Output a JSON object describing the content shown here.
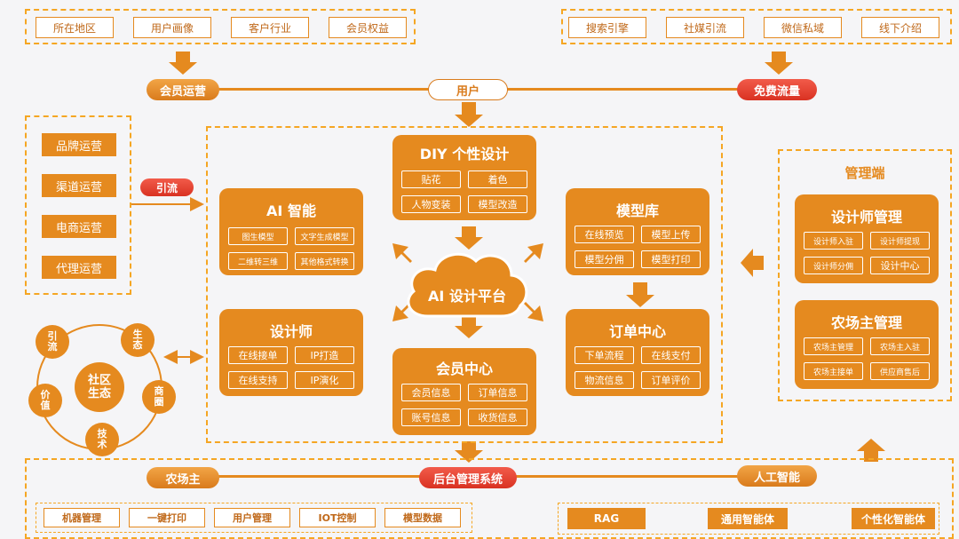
{
  "top_left_tags": [
    "所在地区",
    "用户画像",
    "客户行业",
    "会员权益"
  ],
  "top_right_tags": [
    "搜索引擎",
    "社媒引流",
    "微信私域",
    "线下介绍"
  ],
  "pills": {
    "member_ops": "会员运营",
    "user": "用户",
    "free_traffic": "免费流量",
    "divert": "引流",
    "backend": "后台管理系统",
    "farm_owner": "农场主",
    "ai": "人工智能"
  },
  "left_ops": [
    "品牌运营",
    "渠道运营",
    "电商运营",
    "代理运营"
  ],
  "community": {
    "center": "社区\n生态",
    "nodes": [
      "引\n流",
      "生\n态",
      "商\n圈",
      "技\n术",
      "价\n值"
    ]
  },
  "diy": {
    "title": "DIY 个性设计",
    "items": [
      "贴花",
      "着色",
      "人物变装",
      "模型改造"
    ]
  },
  "ai_ability": {
    "title": "AI 智能",
    "items": [
      "图生模型",
      "文字生成模型",
      "二维转三维",
      "其他格式转换"
    ]
  },
  "model_lib": {
    "title": "模型库",
    "items": [
      "在线预览",
      "模型上传",
      "模型分佣",
      "模型打印"
    ]
  },
  "designer": {
    "title": "设计师",
    "items": [
      "在线接单",
      "IP打造",
      "在线支持",
      "IP演化"
    ]
  },
  "cloud": "AI 设计平台",
  "member_center": {
    "title": "会员中心",
    "items": [
      "会员信息",
      "订单信息",
      "账号信息",
      "收货信息"
    ]
  },
  "order_center": {
    "title": "订单中心",
    "items": [
      "下单流程",
      "在线支付",
      "物流信息",
      "订单评价"
    ]
  },
  "admin": {
    "title": "管理端",
    "designer_mgmt": {
      "title": "设计师管理",
      "items": [
        "设计师入驻",
        "设计师提现",
        "设计师分佣",
        "设计中心"
      ]
    },
    "farm_mgmt": {
      "title": "农场主管理",
      "items": [
        "农场主管理",
        "农场主入驻",
        "农场主接单",
        "供应商售后"
      ]
    }
  },
  "bottom_left": [
    "机器管理",
    "一键打印",
    "用户管理",
    "IOT控制",
    "模型数据"
  ],
  "bottom_right": [
    "RAG",
    "通用智能体",
    "个性化智能体"
  ]
}
